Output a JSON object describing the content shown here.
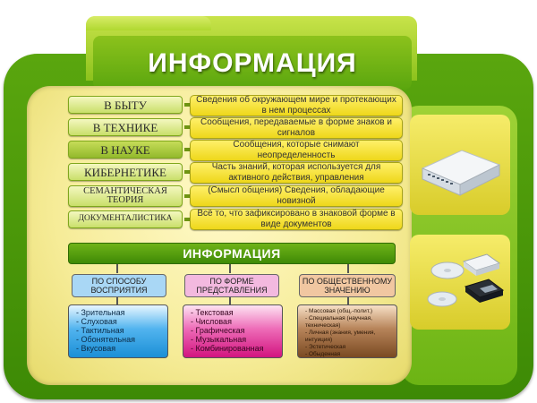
{
  "title": "ИНФОРМАЦИЯ",
  "definitions": [
    {
      "label": "В БЫТУ",
      "description": "Сведения об окружающем мире и протекающих в нем процессах"
    },
    {
      "label": "В ТЕХНИКЕ",
      "description": "Сообщения, передаваемые в форме знаков и сигналов"
    },
    {
      "label": "В НАУКЕ",
      "description": "Сообщения, которые снимают неопределенность"
    },
    {
      "label": "КИБЕРНЕТИКЕ",
      "description": "Часть знаний, которая используется для активного действия, управления"
    },
    {
      "label": "СЕМАНТИЧЕСКАЯ ТЕОРИЯ",
      "description": "(Смысл общения) Сведения, обладающие новизной"
    },
    {
      "label": "ДОКУМЕНТАЛИСТИКА",
      "description": "Всё то, что зафиксировано в знаковой форме в виде документов"
    }
  ],
  "classification": {
    "title": "ИНФОРМАЦИЯ",
    "categories": [
      {
        "label": "ПО СПОСОБУ ВОСПРИЯТИЯ",
        "color": "#a9d7f5",
        "items": [
          "- Зрительная",
          "- Слуховая",
          "- Тактильная",
          "- Обонятельная",
          "- Вкусовая"
        ]
      },
      {
        "label": "ПО ФОРМЕ ПРЕДСТАВЛЕНИЯ",
        "color": "#f3b9df",
        "items": [
          "- Текстовая",
          "- Числовая",
          "- Графическая",
          "- Музыкальная",
          "- Комбинированная"
        ]
      },
      {
        "label": "ПО ОБЩЕСТВЕННОМУ ЗНАЧЕНИЮ",
        "color": "#f1c7a1",
        "items": [
          "- Массовая (общ.-полит.)",
          "- Специальная (научная,",
          "  техническая)",
          "- Личная (знания, умения,",
          "  интуиция)",
          "- Эстетическая",
          "- Обыденная"
        ]
      }
    ]
  },
  "colors": {
    "frame_green": "#4f9c0b",
    "panel_yellow": "#f6ec98",
    "list_blue": "#1b8fd6",
    "list_pink": "#d2147f",
    "list_brown": "#7a4a22"
  },
  "icons": [
    "network-switch-icon",
    "floppy-disks-icon",
    "cd-discs-icon"
  ]
}
